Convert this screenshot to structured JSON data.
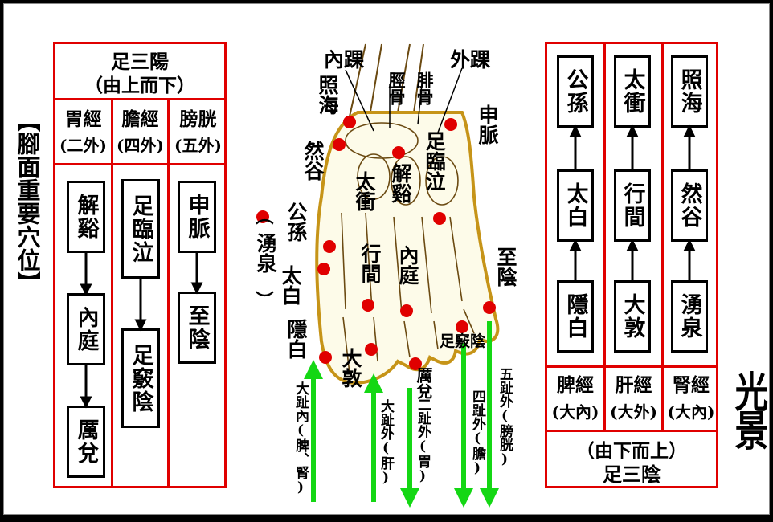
{
  "left_title": "【腳面重要穴位】",
  "yang": {
    "header_line1": "足三陽",
    "header_line2": "（由上而下）",
    "columns": [
      {
        "name": "胃經",
        "sub": "(二外)",
        "points": [
          "解谿",
          "內庭",
          "厲兌"
        ]
      },
      {
        "name": "膽經",
        "sub": "(四外)",
        "points": [
          "足臨泣",
          "足竅陰"
        ]
      },
      {
        "name": "膀胱",
        "sub": "(五外)",
        "points": [
          "申脈",
          "至陰"
        ]
      }
    ]
  },
  "yin": {
    "footer_line1": "（由下而上）",
    "footer_line2": "足三陰",
    "columns": [
      {
        "name": "脾經",
        "sub": "(大內)",
        "points": [
          "隱白",
          "太白",
          "公孫"
        ]
      },
      {
        "name": "肝經",
        "sub": "(大外)",
        "points": [
          "大敦",
          "行間",
          "太衝"
        ]
      },
      {
        "name": "腎經",
        "sub": "(大內)",
        "points": [
          "湧泉",
          "然谷",
          "照海"
        ]
      }
    ]
  },
  "foot": {
    "labels": {
      "inner_ankle": "內踝",
      "outer_ankle": "外踝",
      "tibia": "脛骨",
      "fibula": "腓骨",
      "zhaohai": "照海",
      "rangu": "然谷",
      "gongsun": "公孫",
      "taibai": "太白",
      "yinbai": "隱白",
      "yongquan": "湧泉",
      "yongquan_paren_open": "（",
      "yongquan_paren_close": "）",
      "taichong": "太衝",
      "jiexi": "解谿",
      "zulinqi": "足臨泣",
      "shenmai": "申脈",
      "xingjian": "行間",
      "neiting": "內庭",
      "dadun": "大敦",
      "lidui": "厲兌",
      "zhiyin": "至陰",
      "zuqiaoyin": "足竅陰"
    },
    "toe_labels": [
      "大趾內(脾、腎)",
      "大趾外(肝)",
      "二趾外(胃)",
      "四趾外(膽)",
      "五趾外(膀胱)"
    ]
  },
  "logo_text": "光景"
}
